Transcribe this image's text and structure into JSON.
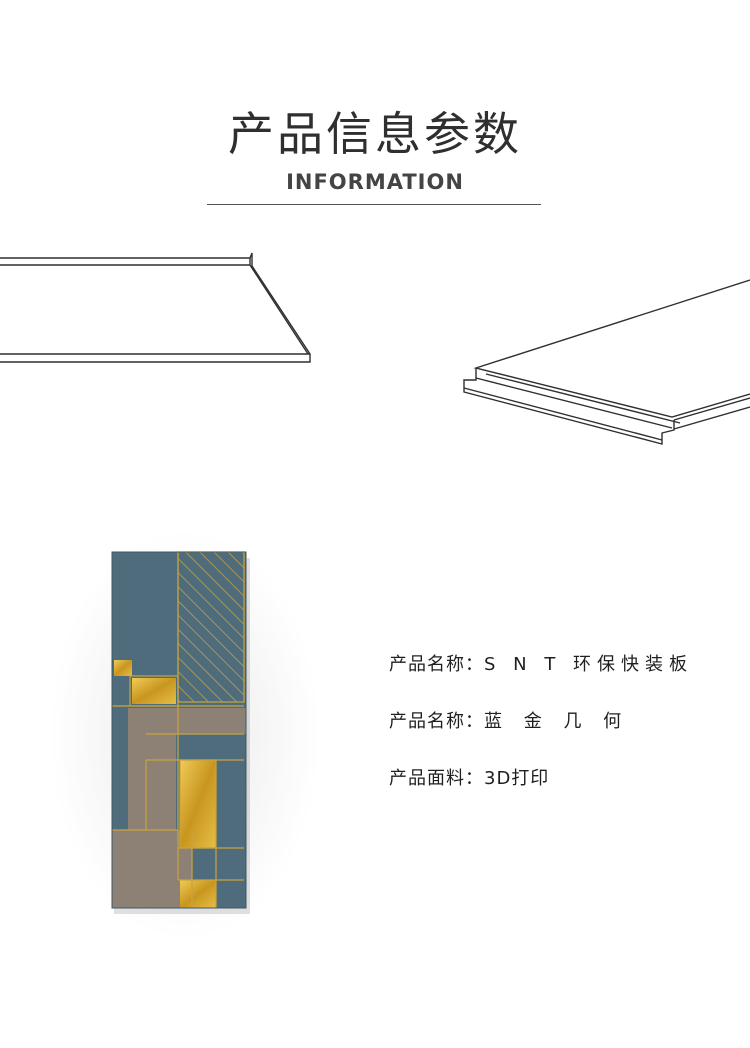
{
  "header": {
    "title_cn": "产品信息参数",
    "title_en": "INFORMATION"
  },
  "specs": [
    {
      "label": "产品名称：",
      "value": "S N T 环保快装板"
    },
    {
      "label": "产品名称：",
      "value": "蓝 金 几 何"
    },
    {
      "label": "产品面料：",
      "value": "3D打印"
    }
  ],
  "colors": {
    "panel_blue": "#4f6c7c",
    "panel_taupe": "#8d8175",
    "gold": "#d7ad3a",
    "line": "#2f2f2f"
  }
}
